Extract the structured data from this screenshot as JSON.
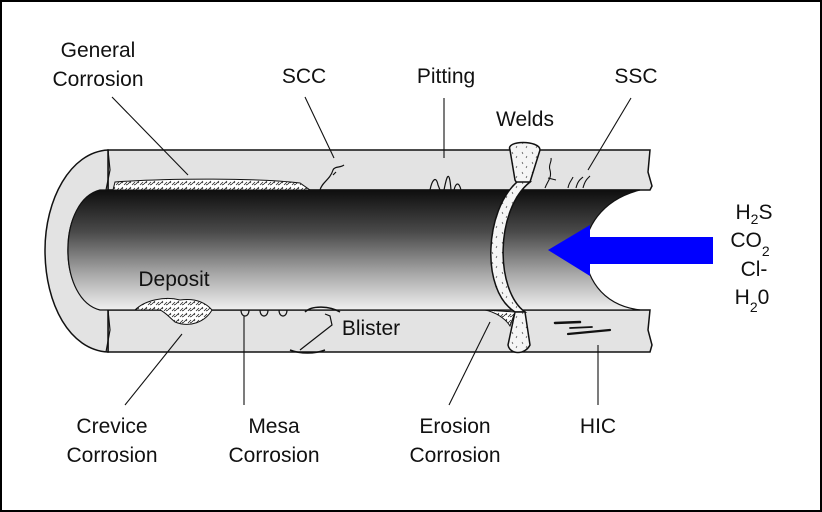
{
  "diagram": {
    "title": "Pipe internal corrosion mechanisms",
    "colors": {
      "pipe_wall": "#e3e3e3",
      "outline": "#111111",
      "bore_dark": "#111111",
      "bore_light": "#ececec",
      "flow_arrow": "#0000ff",
      "background": "#ffffff"
    },
    "labels_top": [
      {
        "id": "general-corrosion",
        "lines": [
          "General",
          "Corrosion"
        ]
      },
      {
        "id": "scc",
        "lines": [
          "SCC"
        ]
      },
      {
        "id": "pitting",
        "lines": [
          "Pitting"
        ]
      },
      {
        "id": "welds",
        "lines": [
          "Welds"
        ]
      },
      {
        "id": "ssc",
        "lines": [
          "SSC"
        ]
      }
    ],
    "labels_inner": [
      {
        "id": "deposit",
        "lines": [
          "Deposit"
        ]
      },
      {
        "id": "blister",
        "lines": [
          "Blister"
        ]
      }
    ],
    "labels_bottom": [
      {
        "id": "crevice-corrosion",
        "lines": [
          "Crevice",
          "Corrosion"
        ]
      },
      {
        "id": "mesa-corrosion",
        "lines": [
          "Mesa",
          "Corrosion"
        ]
      },
      {
        "id": "erosion-corrosion",
        "lines": [
          "Erosion",
          "Corrosion"
        ]
      },
      {
        "id": "hic",
        "lines": [
          "HIC"
        ]
      }
    ],
    "flow_species": [
      {
        "base": "H",
        "sub": "2",
        "tail": "S"
      },
      {
        "base": "CO",
        "sub": "2",
        "tail": ""
      },
      {
        "base": "Cl-",
        "sub": "",
        "tail": ""
      },
      {
        "base": "H",
        "sub": "2",
        "tail": "0"
      }
    ],
    "flow_direction": "right-to-left"
  }
}
